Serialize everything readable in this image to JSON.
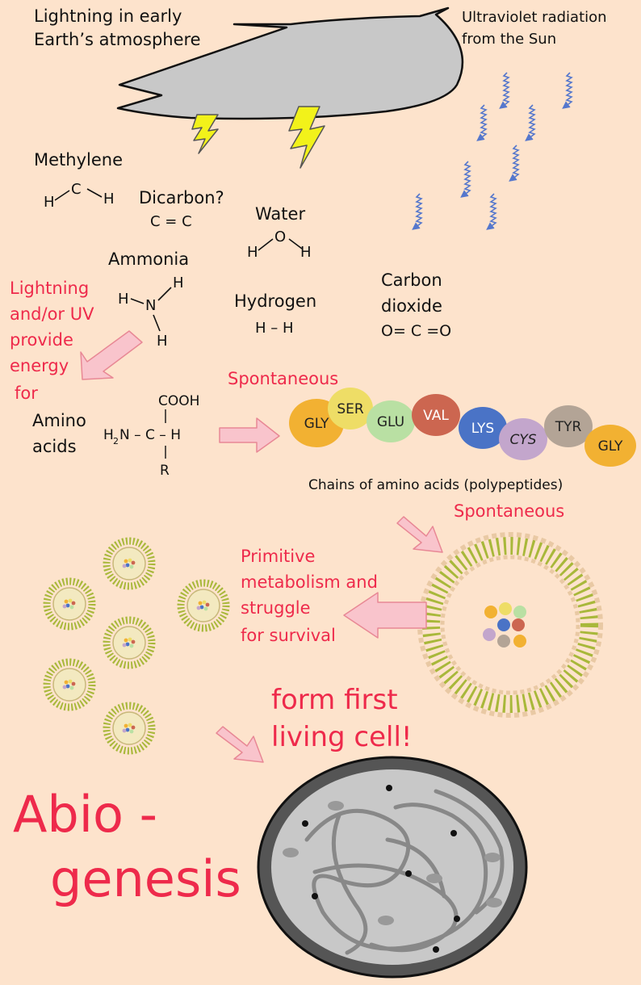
{
  "colors": {
    "background": "#fde3cc",
    "accent_red": "#ee2a4b",
    "cloud": "#c8c8c8",
    "lightning": "#f2f21a",
    "uv_arrow": "#5577cc",
    "arrow_fill": "#f9c4cc"
  },
  "top": {
    "lightning_title_1": "Lightning in early",
    "lightning_title_2": "Earth’s atmosphere",
    "uv_title_1": "Ultraviolet radiation",
    "uv_title_2": "from the Sun"
  },
  "molecules": {
    "methylene": {
      "name": "Methylene",
      "c": "C",
      "h1": "H",
      "h2": "H"
    },
    "dicarbon": {
      "name": "Dicarbon?",
      "formula": "C = C"
    },
    "water": {
      "name": "Water",
      "o": "O",
      "h1": "H",
      "h2": "H"
    },
    "ammonia": {
      "name": "Ammonia",
      "n": "N",
      "h1": "H",
      "h2": "H",
      "h3": "H"
    },
    "hydrogen": {
      "name": "Hydrogen",
      "formula": "H – H"
    },
    "co2": {
      "name_1": "Carbon",
      "name_2": "dioxide",
      "formula": "O= C =O"
    }
  },
  "energy_note": [
    "Lightning",
    "and/or UV",
    "provide",
    "energy",
    "for"
  ],
  "amino": {
    "label_1": "Amino",
    "label_2": "acids",
    "cooh": "COOH",
    "h2n": "H",
    "h2n_sub": "2",
    "n_bond": "N – C – H",
    "r": "R"
  },
  "spontaneous_1": "Spontaneous",
  "chain": {
    "residues": [
      {
        "label": "GLY",
        "color": "#f2b132"
      },
      {
        "label": "SER",
        "color": "#eedd66"
      },
      {
        "label": "GLU",
        "color": "#b9e0a3"
      },
      {
        "label": "VAL",
        "color": "#cc6650"
      },
      {
        "label": "LYS",
        "color": "#4a73c6"
      },
      {
        "label": "CYS",
        "color": "#c3a6cc"
      },
      {
        "label": "TYR",
        "color": "#b3a496"
      },
      {
        "label": "GLY",
        "color": "#f2b132"
      }
    ],
    "caption": "Chains of amino acids (polypeptides)"
  },
  "spontaneous_2": "Spontaneous",
  "metabolism_note": [
    "Primitive",
    "metabolism and",
    "struggle",
    "for survival"
  ],
  "first_cell_note": [
    "form first",
    "living cell!"
  ],
  "big_title": [
    "Abio -",
    "genesis"
  ]
}
